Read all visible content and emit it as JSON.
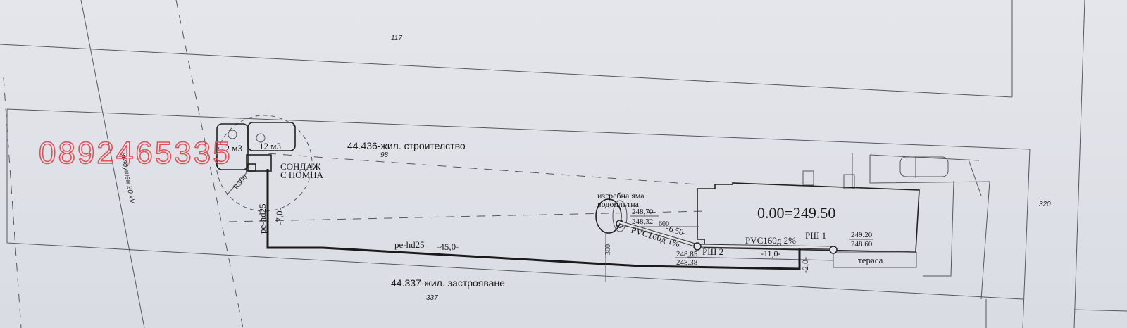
{
  "watermark": "0892465335",
  "parcels": {
    "top": "117",
    "middle": "98",
    "bottom": "337",
    "right": "320"
  },
  "labels": {
    "middle_plot": "44.436-жил. строителство",
    "bottom_plot": "44.337-жил. застрояване",
    "power_line": "въздушен 20 kV",
    "tank_left": "12 м3",
    "tank_right": "12 м3",
    "radius": "R300",
    "borehole_1": "СОНДАЖ",
    "borehole_2": "С ПОМПА",
    "pipe_vertical": "pe-hd25",
    "pipe_vertical_len": "-7,0-",
    "pipe_main": "pe-hd25",
    "pipe_main_len": "-45,0-",
    "pit_1": "изгребна яма",
    "pit_2": "водоплътна",
    "pit_top": "248,70",
    "pit_bottom": "248,32",
    "dim_600": "600",
    "dim_300": "300",
    "pvc1": "PVC160д  1%",
    "pvc1_len": "-6.50-",
    "rsh2": "РШ 2",
    "rsh2_top": "248.85",
    "rsh2_bottom": "248.38",
    "pvc2": "PVC160д  2%",
    "pvc2_len": "-11,0-",
    "short_len": "-2,0-",
    "rsh1": "РШ 1",
    "rsh1_top": "249.20",
    "rsh1_bottom": "248.60",
    "building_level": "0.00=249.50",
    "terrace": "тераса"
  }
}
